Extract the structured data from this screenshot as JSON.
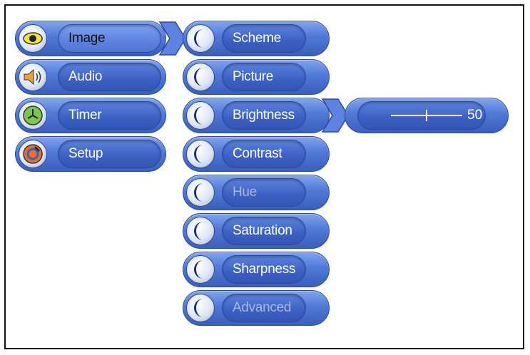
{
  "main_menu": [
    {
      "id": "image",
      "label": "Image",
      "icon": "eye-icon",
      "selected": true
    },
    {
      "id": "audio",
      "label": "Audio",
      "icon": "speaker-icon",
      "selected": false
    },
    {
      "id": "timer",
      "label": "Timer",
      "icon": "clock-icon",
      "selected": false
    },
    {
      "id": "setup",
      "label": "Setup",
      "icon": "setup-icon",
      "selected": false
    }
  ],
  "image_submenu": [
    {
      "label": "Scheme",
      "enabled": true
    },
    {
      "label": "Picture",
      "enabled": true
    },
    {
      "label": "Brightness",
      "enabled": true,
      "selected": true
    },
    {
      "label": "Contrast",
      "enabled": true
    },
    {
      "label": "Hue",
      "enabled": false
    },
    {
      "label": "Saturation",
      "enabled": true
    },
    {
      "label": "Sharpness",
      "enabled": true
    },
    {
      "label": "Advanced",
      "enabled": false
    }
  ],
  "brightness_slider": {
    "value": "50",
    "fraction": 0.5
  },
  "colors": {
    "pill": "#4f74d6",
    "disabled_text": "#aab6dd",
    "selected_text": "#111111"
  }
}
